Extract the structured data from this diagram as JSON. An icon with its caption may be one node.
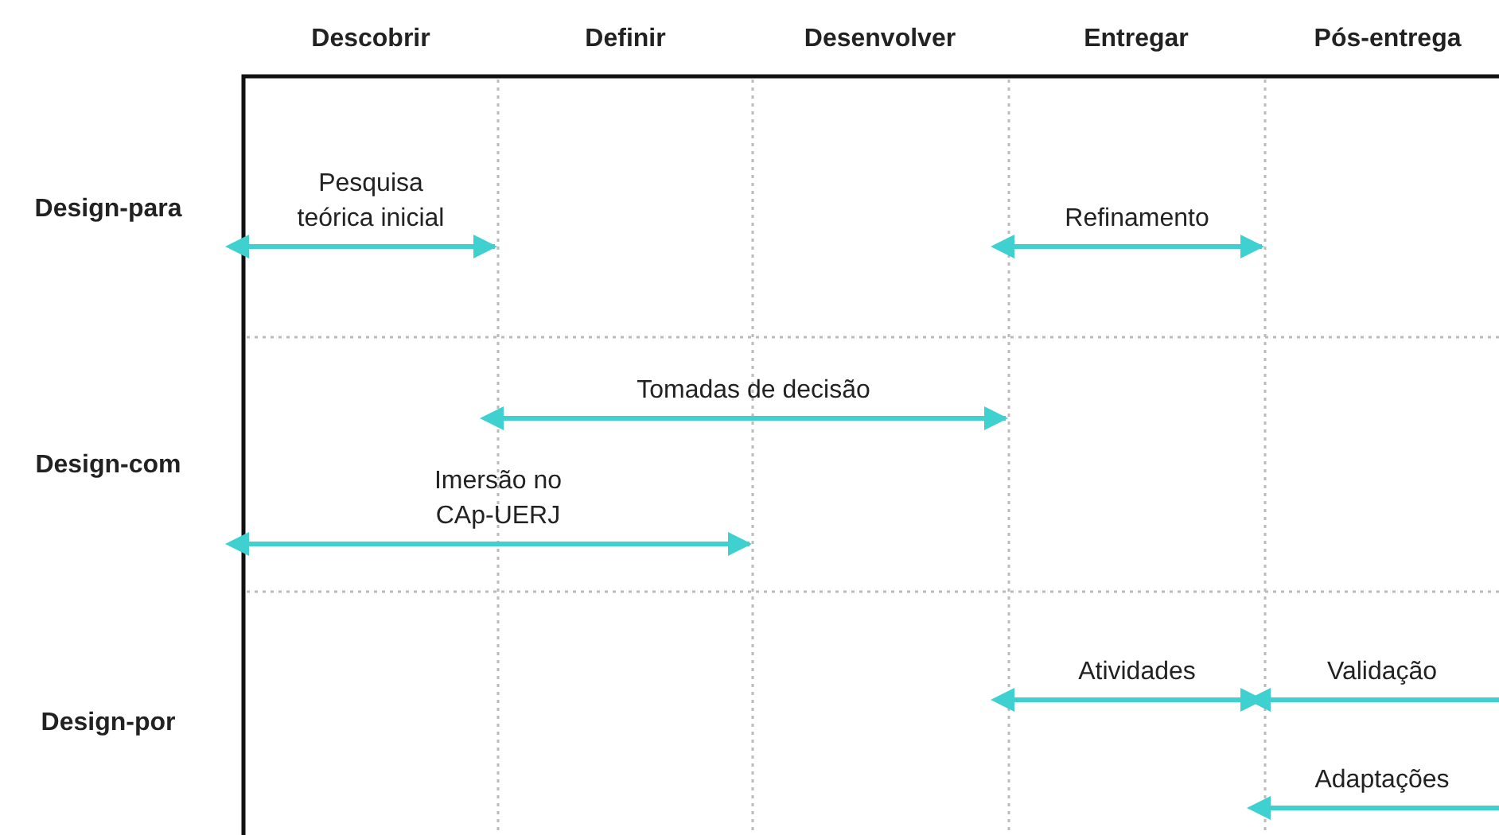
{
  "diagram": {
    "labels": [
      "Descobrir",
      "Definir",
      "Desenvolver",
      "Entregar",
      "Pós-entrega",
      "Pesquisa teórica inicial",
      "Design-para",
      "Refinamento",
      "Tomadas de decisão",
      "Design-com",
      "Imersão no CAp-UERJ",
      "Atividades",
      "Validação",
      "Design-por",
      "Adaptações"
    ]
  }
}
